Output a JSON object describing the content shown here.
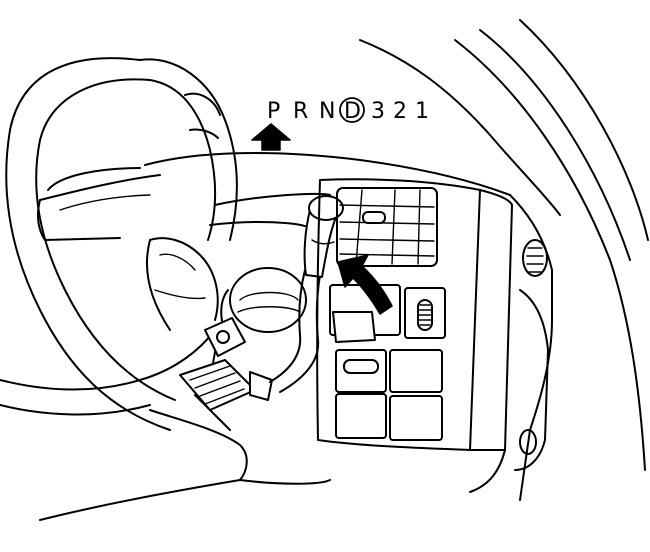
{
  "shift_pattern": {
    "positions": [
      "P",
      "R",
      "N",
      "D",
      "3",
      "2",
      "1"
    ],
    "highlighted": "D"
  },
  "icons": {
    "direction_arrow": "up-arrow-icon",
    "push_arrow": "curved-arrow-icon"
  },
  "colors": {
    "ink": "#000000",
    "paper": "#ffffff"
  }
}
